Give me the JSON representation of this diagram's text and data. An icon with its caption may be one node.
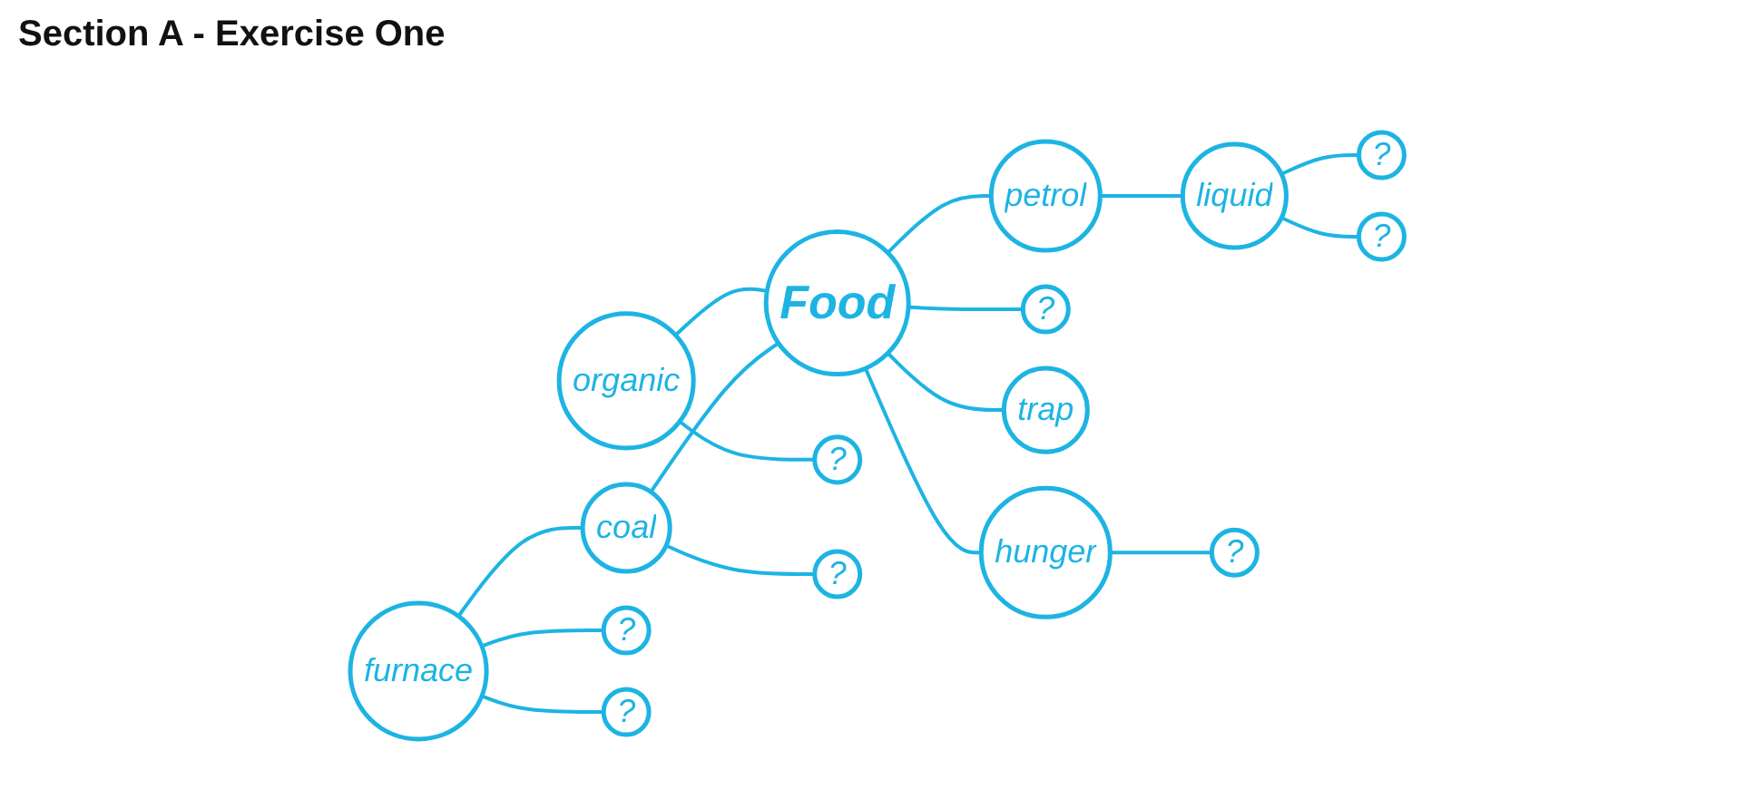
{
  "diagram": {
    "title": "Section A - Exercise One",
    "nodes": [
      {
        "text": [
          "Food"
        ]
      },
      {
        "text": [
          "organic"
        ]
      },
      {
        "text": [
          "?"
        ]
      },
      {
        "text": [
          "petrol"
        ]
      },
      {
        "text": [
          "liquid"
        ]
      },
      {
        "text": [
          "?"
        ]
      },
      {
        "text": [
          "?"
        ]
      },
      {
        "text": [
          "coal"
        ]
      },
      {
        "text": [
          "furnace"
        ]
      },
      {
        "text": [
          "?"
        ]
      },
      {
        "text": [
          "?"
        ]
      },
      {
        "text": [
          "?"
        ]
      },
      {
        "text": [
          "?"
        ]
      },
      {
        "text": [
          "trap"
        ]
      },
      {
        "text": [
          "hunger"
        ]
      },
      {
        "text": [
          "?"
        ]
      }
    ],
    "edges": [
      {
        "from": 1,
        "to": 0,
        "arrow": "none"
      },
      {
        "from": 1,
        "to": 2,
        "arrow": "none"
      },
      {
        "from": 0,
        "to": 3,
        "arrow": "none"
      },
      {
        "from": 3,
        "to": 4,
        "arrow": "none"
      },
      {
        "from": 4,
        "to": 5,
        "arrow": "none"
      },
      {
        "from": 4,
        "to": 6,
        "arrow": "none"
      },
      {
        "from": 7,
        "to": 0,
        "arrow": "none"
      },
      {
        "from": 8,
        "to": 7,
        "arrow": "none"
      },
      {
        "from": 8,
        "to": 9,
        "arrow": "none"
      },
      {
        "from": 8,
        "to": 10,
        "arrow": "none"
      },
      {
        "from": 7,
        "to": 11,
        "arrow": "none"
      },
      {
        "from": 0,
        "to": 12,
        "arrow": "none"
      },
      {
        "from": 0,
        "to": 13,
        "arrow": "none"
      },
      {
        "from": 0,
        "to": 14,
        "arrow": "none"
      },
      {
        "from": 14,
        "to": 15,
        "arrow": "none"
      }
    ]
  }
}
